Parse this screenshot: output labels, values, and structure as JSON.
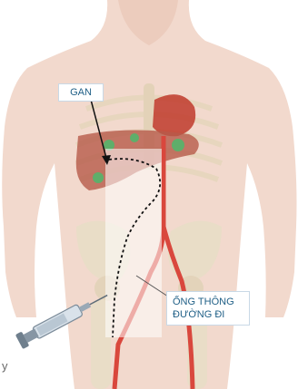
{
  "labels": {
    "liver": "GAN",
    "catheter_line1": "ỐNG THÔNG",
    "catheter_line2": "ĐƯỜNG ĐI",
    "corner_letter": "y"
  },
  "colors": {
    "skin": "#f2d9cd",
    "skin_shadow": "#e6c3b2",
    "bone": "#e9ddc7",
    "liver": "#b65a4a",
    "heart": "#c0392b",
    "artery": "#d9473d",
    "tumor": "#5fae6a",
    "label_text": "#1f5f86",
    "overlay": "#ffffff"
  },
  "icons": [
    "syringe-icon",
    "arrow-pointer-icon"
  ]
}
